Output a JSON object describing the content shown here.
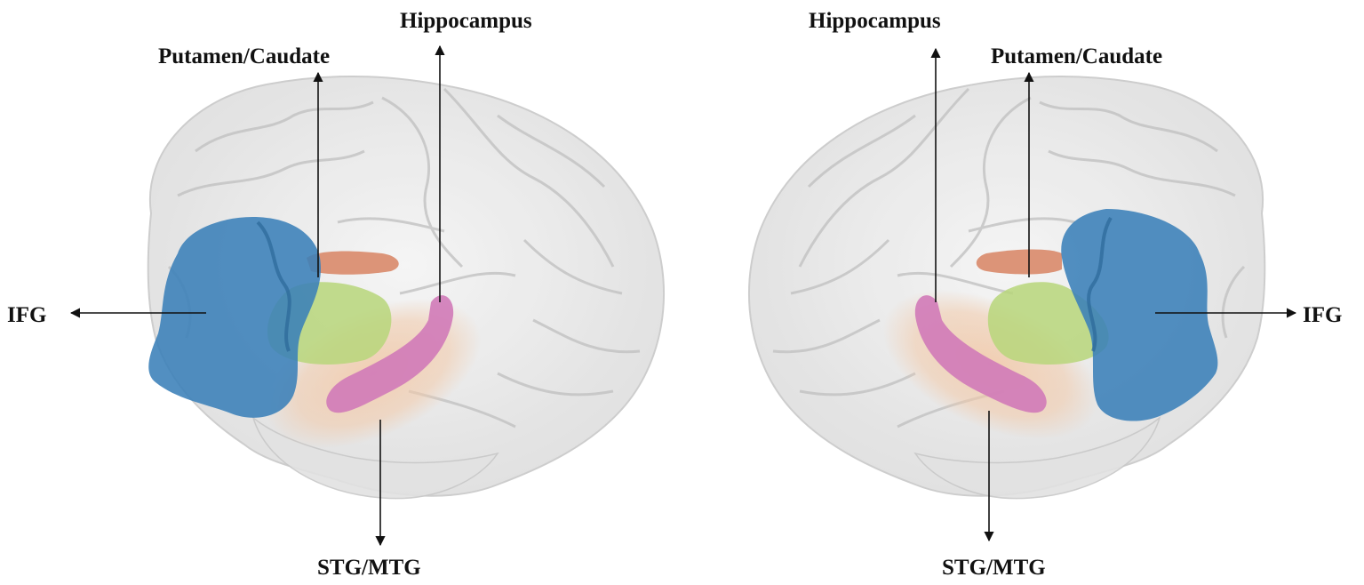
{
  "left_hemisphere": {
    "labels": {
      "hippocampus": "Hippocampus",
      "putamen_caudate": "Putamen/Caudate",
      "ifg": "IFG",
      "stg_mtg": "STG/MTG"
    }
  },
  "right_hemisphere": {
    "labels": {
      "hippocampus": "Hippocampus",
      "putamen_caudate": "Putamen/Caudate",
      "ifg": "IFG",
      "stg_mtg": "STG/MTG"
    }
  },
  "colors": {
    "ifg": "#3a7fb8",
    "putamen_caudate": "#d9896a",
    "thalamus_green": "#b7d67a",
    "hippocampus": "#d07ab8",
    "stg_mtg": "#f2c9a8",
    "brain_shell": "#e6e6e6",
    "sulci": "#bdbdbd"
  }
}
